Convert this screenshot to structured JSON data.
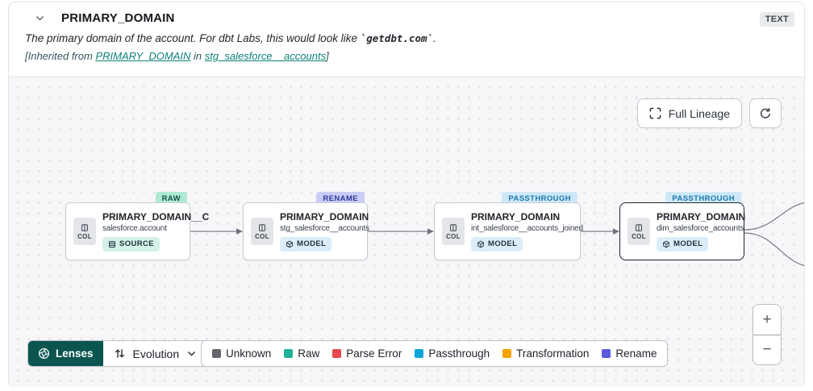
{
  "header": {
    "title": "PRIMARY_DOMAIN",
    "type_badge": "TEXT",
    "description": {
      "prefix": "The primary domain of the account. For dbt Labs, this would look like ",
      "code": "`getdbt.com`",
      "suffix": "."
    },
    "inherited": {
      "prefix": "[Inherited from ",
      "column_link": "PRIMARY_DOMAIN",
      "middle": " in ",
      "model_link": "stg_salesforce__accounts",
      "suffix": "]"
    }
  },
  "canvas": {
    "full_lineage_label": "Full Lineage",
    "zoom_in_label": "+",
    "zoom_out_label": "−"
  },
  "nodes": [
    {
      "col_label": "COL",
      "title": "PRIMARY_DOMAIN__C",
      "subtitle": "salesforce.account",
      "resource_type": "SOURCE",
      "tag": "RAW"
    },
    {
      "col_label": "COL",
      "title": "PRIMARY_DOMAIN",
      "subtitle": "stg_salesforce__accounts",
      "resource_type": "MODEL",
      "tag": "RENAME"
    },
    {
      "col_label": "COL",
      "title": "PRIMARY_DOMAIN",
      "subtitle": "int_salesforce__accounts_joined",
      "resource_type": "MODEL",
      "tag": "PASSTHROUGH"
    },
    {
      "col_label": "COL",
      "title": "PRIMARY_DOMAIN",
      "subtitle": "dim_salesforce_accounts",
      "resource_type": "MODEL",
      "tag": "PASSTHROUGH"
    }
  ],
  "lenses": {
    "button_label": "Lenses",
    "selected_lens": "Evolution"
  },
  "legend": [
    {
      "label": "Unknown",
      "color": "#63666c"
    },
    {
      "label": "Raw",
      "color": "#21b098"
    },
    {
      "label": "Parse Error",
      "color": "#e5484d"
    },
    {
      "label": "Passthrough",
      "color": "#0ea5d9"
    },
    {
      "label": "Transformation",
      "color": "#f5a300"
    },
    {
      "label": "Rename",
      "color": "#5a5ae0"
    }
  ],
  "icons": {
    "collapse": "chevron-down",
    "full_lineage": "expand-brackets",
    "refresh": "circular-arrow",
    "column": "columns-glyph",
    "source": "table-rows",
    "model": "cube",
    "lenses": "aperture",
    "evolution": "swap-vertical-arrows",
    "lens_dropdown": "chevron-down"
  },
  "colors": {
    "accent_teal_link": "#0e8276",
    "lenses_button_bg": "#0b5550",
    "tag_raw_bg": "#aeead2",
    "tag_rename_bg": "#c9cdf4",
    "tag_passthrough_bg": "#cfe8f8",
    "source_badge_bg": "#d3f1e7",
    "model_badge_bg": "#dcedf9",
    "canvas_bg": "#f7f7f9",
    "edge": "#7c818b"
  }
}
